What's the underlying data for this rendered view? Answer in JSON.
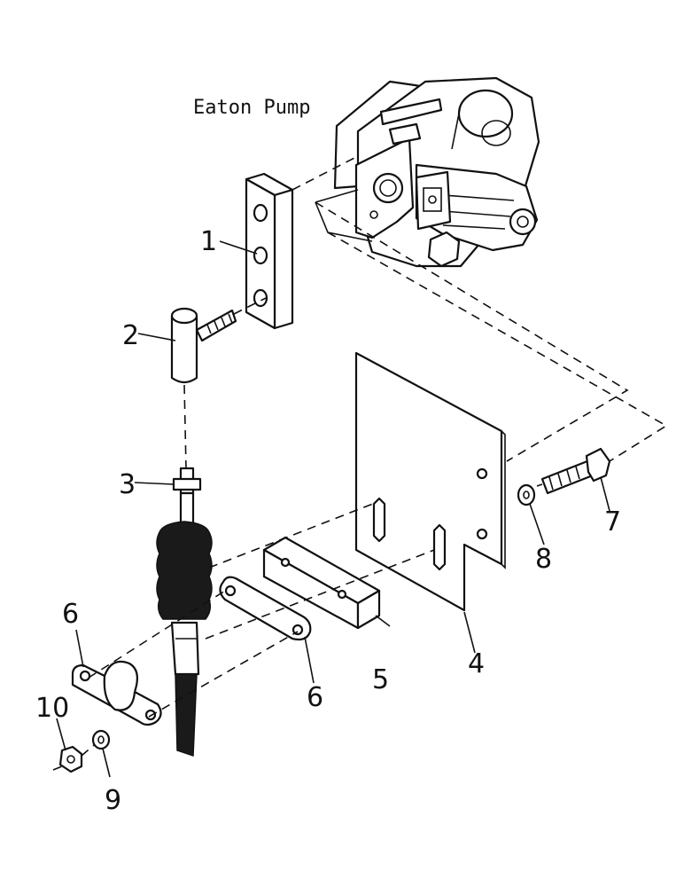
{
  "title": "Eaton Pump",
  "callouts": [
    "1",
    "2",
    "3",
    "4",
    "5",
    "6",
    "6",
    "7",
    "8",
    "9",
    "10"
  ]
}
